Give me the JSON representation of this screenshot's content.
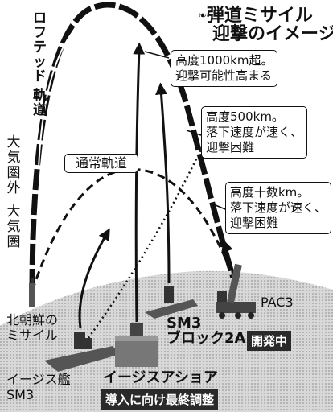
{
  "title": {
    "line1": "弾道ミサイル",
    "line2": "迎撃のイメージ"
  },
  "trajectories": {
    "lofted": [
      "ロ",
      "フ",
      "テ",
      "ッ",
      "ド",
      "軌",
      "道"
    ],
    "normal": "通常軌道"
  },
  "callouts": {
    "high": [
      "高度1000km超。",
      "迎撃可能性高まる"
    ],
    "mid": [
      "高度500km。",
      "落下速度が速く、",
      "迎撃困難"
    ],
    "low": [
      "高度十数km。",
      "落下速度が速く、",
      "迎撃困難"
    ]
  },
  "atmosphere": {
    "outside": [
      "大",
      "気",
      "圏",
      "外"
    ],
    "inside": [
      "大",
      "気",
      "圏"
    ]
  },
  "launchers": {
    "north_korea": [
      "北朝鮮の",
      "ミサイル"
    ],
    "aegis_ship": [
      "イージス艦",
      "SM3"
    ],
    "aegis_ashore": "イージスアショア",
    "aegis_ashore_status": "導入に向け最終調整",
    "sm3_block": [
      "SM3",
      "ブロック2A"
    ],
    "sm3_status": "開発中",
    "pac3": "PAC3"
  },
  "colors": {
    "ink": "#111111",
    "ground": "#c9c9c9",
    "dark_tag": "#2a2a2a"
  }
}
